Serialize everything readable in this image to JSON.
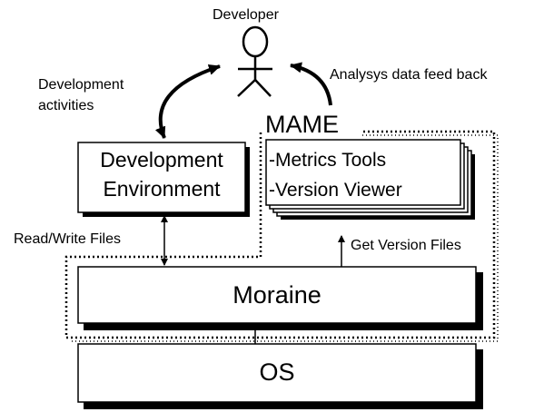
{
  "actor": {
    "name": "Developer"
  },
  "arrows": {
    "development_activities": "Development\nactivities",
    "analysis_feedback": "Analysys data feed back",
    "read_write_files": "Read/Write Files",
    "get_version_files": "Get Version Files"
  },
  "boxes": {
    "dev_environment": {
      "line1": "Development",
      "line2": "Environment"
    },
    "mame": {
      "title": "MAME",
      "items": [
        "-Metrics Tools",
        "-Version Viewer"
      ]
    },
    "moraine": {
      "label": "Moraine"
    },
    "os": {
      "label": "OS"
    }
  }
}
